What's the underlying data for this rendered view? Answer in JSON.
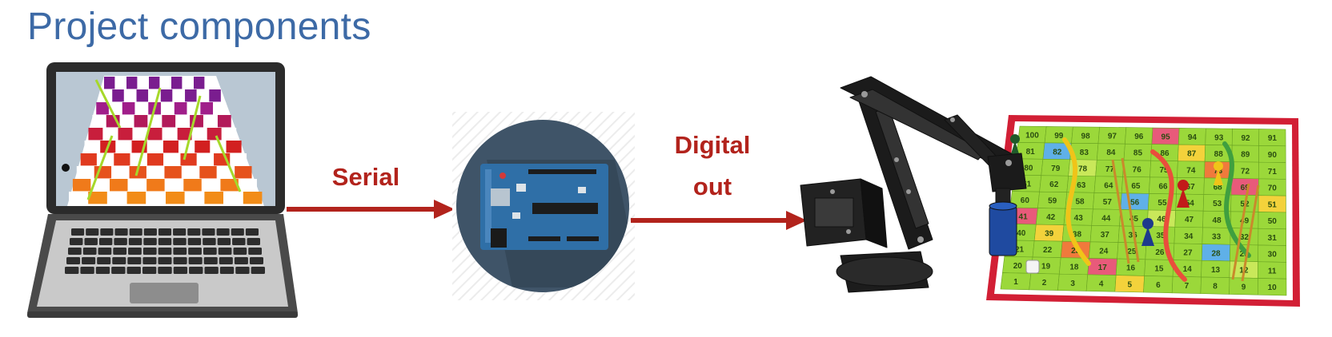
{
  "title": "Project components",
  "labels": {
    "serial": "Serial",
    "digital_line1": "Digital",
    "digital_line2": "out"
  },
  "board_numbers": [
    "100",
    "99",
    "98",
    "97",
    "96",
    "95",
    "94",
    "93",
    "92",
    "91",
    "81",
    "82",
    "83",
    "84",
    "85",
    "86",
    "87",
    "88",
    "89",
    "90",
    "80",
    "79",
    "78",
    "77",
    "76",
    "75",
    "74",
    "73",
    "72",
    "71",
    "61",
    "62",
    "63",
    "64",
    "65",
    "66",
    "67",
    "68",
    "69",
    "70",
    "60",
    "59",
    "58",
    "57",
    "56",
    "55",
    "54",
    "53",
    "52",
    "51",
    "41",
    "42",
    "43",
    "44",
    "45",
    "46",
    "47",
    "48",
    "49",
    "50",
    "40",
    "39",
    "38",
    "37",
    "36",
    "35",
    "34",
    "33",
    "32",
    "31",
    "21",
    "22",
    "23",
    "24",
    "25",
    "26",
    "27",
    "28",
    "29",
    "30",
    "20",
    "19",
    "18",
    "17",
    "16",
    "15",
    "14",
    "13",
    "12",
    "11",
    "1",
    "2",
    "3",
    "4",
    "5",
    "6",
    "7",
    "8",
    "9",
    "10"
  ],
  "colors": {
    "title": "#3d6aa6",
    "accent_red": "#b2231c",
    "arduino_circle": "#3f5468",
    "arduino_board": "#2f6fa7",
    "board_green": "#9bd83a",
    "board_border": "#d21f35"
  },
  "icons": [
    "laptop-icon",
    "arduino-icon",
    "robot-arm-icon",
    "snakes-ladders-board-icon"
  ]
}
